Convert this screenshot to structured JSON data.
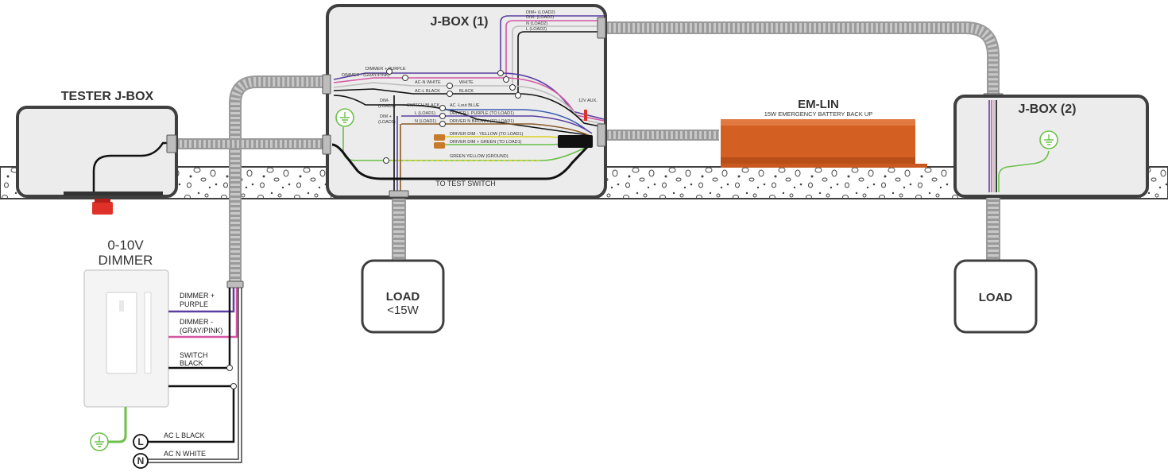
{
  "labels": {
    "tester_jbox": "TESTER J-BOX",
    "jbox1": "J-BOX (1)",
    "jbox2": "J-BOX (2)",
    "dimmer_title_1": "0-10V",
    "dimmer_title_2": "DIMMER",
    "emlin_title": "EM-LIN",
    "emlin_sub": "15W EMERGENCY BATTERY BACK UP",
    "load1_title": "LOAD",
    "load1_sub": "<15W",
    "load2_title": "LOAD",
    "to_test_switch": "TO TEST SWITCH",
    "twelve_v_aux": "12V AUX.",
    "dimmer_plus_1": "DIMMER +",
    "dimmer_plus_2": "PURPLE",
    "dimmer_minus_1": "DIMMER -",
    "dimmer_minus_2": "(GRAY/PINK)",
    "switch_1": "SWITCH",
    "switch_2": "BLACK",
    "ac_l_black": "AC L BLACK",
    "ac_n_white": "AC N WHITE",
    "l_symbol": "L",
    "n_symbol": "N"
  },
  "jbox1_labels": {
    "dim_plus_load2": "DIM+ (LOAD2)",
    "dim_minus_load2": "DIM- (LOAD2)",
    "n_load2": "N (LOAD2)",
    "l_load2": "L (LOAD2)",
    "dimmer_plus_purple": "DIMMER + PURPLE",
    "dimmer_minus_graypink": "DIMMER - (GRAY/PINK)",
    "acn_white": "AC-N WHITE",
    "white": "WHITE",
    "acl_black": "AC-L BLACK",
    "black": "BLACK",
    "dim_minus_load1_a": "DIM-",
    "dim_minus_load1_b": "(LOAD1)",
    "switch_black": "SWITCH BLACK",
    "ac_lout_blue": "AC -Lout BLUE",
    "dim_plus_load1_a": "DIM +",
    "dim_plus_load1_b": "(LOAD1)",
    "l_load1": "L (LOAD1)",
    "driver_l_purple": "DRIVER L PURPLE (TO LOAD1)",
    "n_load1": "N (LOAD1)",
    "driver_n_brown": "DRIVER N BROWN (TO LOAD1)",
    "driver_dim_yellow": "DRIVER DIM - YELLOW (TO LOAD1)",
    "driver_dim_green": "DRIVER DIM + GREEN (TO LOAD1)",
    "green_yellow_ground": "GREEN YELLOW (GROUND)"
  },
  "colors": {
    "box_stroke": "#3f3f3f",
    "box_fill": "#ececec",
    "conduit": "#9a9a9a",
    "emlin": "#d35f22",
    "purple": "#5a3fa0",
    "pink": "#d456a3",
    "gray": "#9a9a9a",
    "black": "#111111",
    "blue": "#3b5bb0",
    "green": "#6cc04a",
    "yellow": "#d9d21a",
    "brown": "#8a5a2a",
    "red": "#e0302a"
  },
  "icons": {
    "ground": "ground-icon",
    "indicator": "red-indicator-icon",
    "connector": "wire-connector-icon"
  }
}
